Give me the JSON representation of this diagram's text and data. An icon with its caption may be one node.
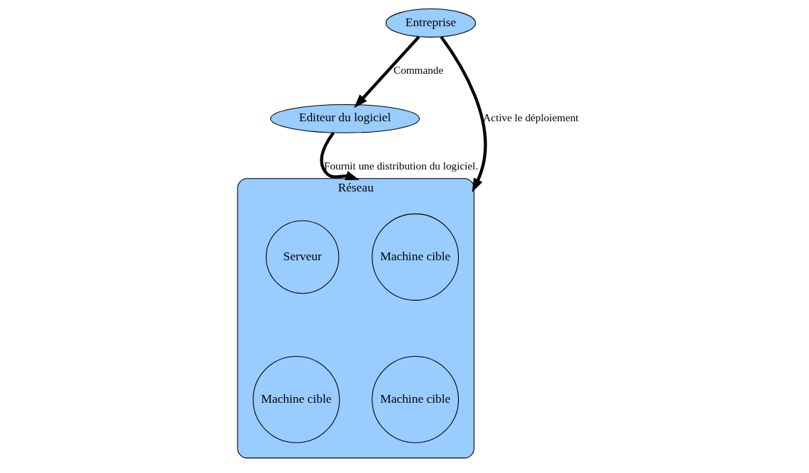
{
  "diagram": {
    "nodes": [
      {
        "text": [
          "Entreprise"
        ]
      },
      {
        "text": [
          "Editeur du logiciel"
        ]
      },
      {
        "text": [
          "Réseau"
        ]
      },
      {
        "text": [
          "Machine cible"
        ],
        "in": 2
      },
      {
        "text": [
          "Serveur"
        ],
        "in": 2
      },
      {
        "text": [
          "Machine cible"
        ],
        "in": 2
      },
      {
        "text": [
          "Machine cible"
        ],
        "in": 2
      }
    ],
    "edges": [
      {
        "from": 0,
        "to": 1,
        "arrow": "to",
        "label": "Commande"
      },
      {
        "from": 0,
        "to": 2,
        "arrow": "to",
        "label": "Active le déploiement"
      },
      {
        "from": 1,
        "to": 2,
        "arrow": "to",
        "label": "Fournit une distribution du logiciel."
      }
    ]
  }
}
